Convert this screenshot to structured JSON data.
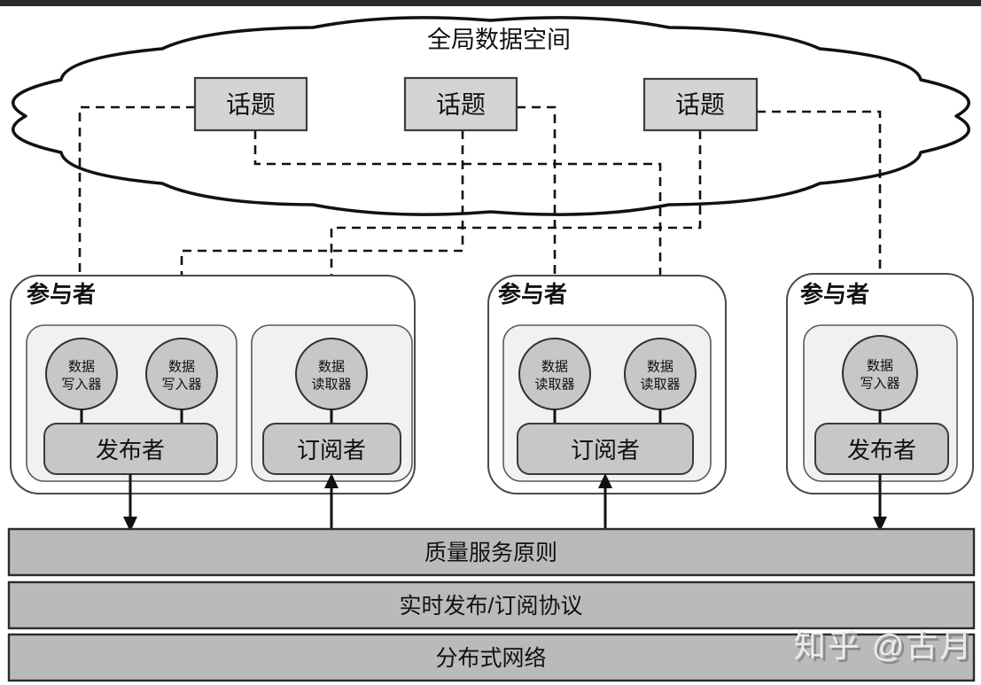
{
  "diagram": {
    "cloud_title": "全局数据空间",
    "topics": [
      {
        "label": "话题"
      },
      {
        "label": "话题"
      },
      {
        "label": "话题"
      }
    ],
    "participants": [
      {
        "label": "参与者",
        "groups": [
          {
            "role": "发布者",
            "endpoints": [
              {
                "line1": "数据",
                "line2": "写入器"
              },
              {
                "line1": "数据",
                "line2": "写入器"
              }
            ]
          },
          {
            "role": "订阅者",
            "endpoints": [
              {
                "line1": "数据",
                "line2": "读取器"
              }
            ]
          }
        ]
      },
      {
        "label": "参与者",
        "groups": [
          {
            "role": "订阅者",
            "endpoints": [
              {
                "line1": "数据",
                "line2": "读取器"
              },
              {
                "line1": "数据",
                "line2": "读取器"
              }
            ]
          }
        ]
      },
      {
        "label": "参与者",
        "groups": [
          {
            "role": "发布者",
            "endpoints": [
              {
                "line1": "数据",
                "line2": "写入器"
              }
            ]
          }
        ]
      }
    ],
    "layers": [
      {
        "label": "质量服务原则"
      },
      {
        "label": "实时发布/订阅协议"
      },
      {
        "label": "分布式网络"
      }
    ],
    "watermark": "知乎 @古月",
    "colors": {
      "top_strip": "#2b2b2b",
      "cloud_stroke": "#111111",
      "topic_fill": "#d4d4d4",
      "inner_group_fill": "#f1f1f1",
      "endpoint_fill": "#c7c7c7",
      "layer_fill": "#bababa",
      "line": "#111111"
    }
  }
}
